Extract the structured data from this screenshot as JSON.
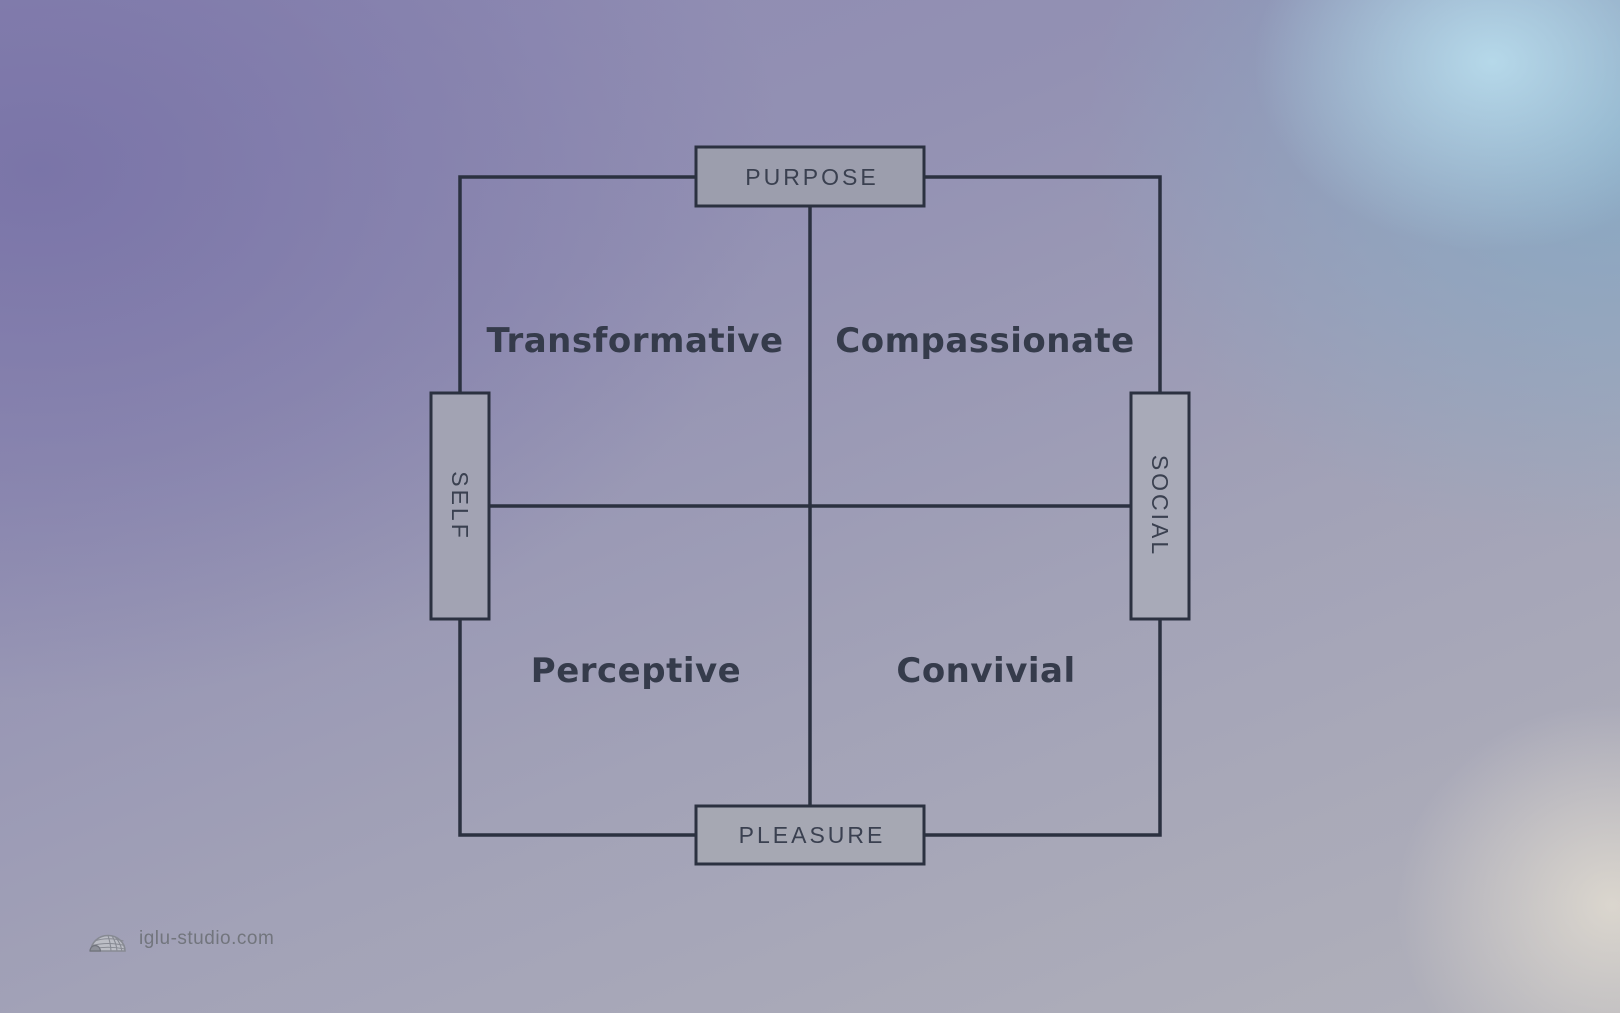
{
  "diagram": {
    "axis_labels": {
      "top": "PURPOSE",
      "bottom": "PLEASURE",
      "left": "SELF",
      "right": "SOCIAL"
    },
    "quadrant_labels": {
      "top_left": "Transformative",
      "top_right": "Compassionate",
      "bottom_left": "Perceptive",
      "bottom_right": "Convivial"
    },
    "colors": {
      "line": "#2b3140",
      "box_border": "#2b3140",
      "box_fill_top": "#9c9ead",
      "box_fill_left": "#a2a3b3",
      "box_fill_right": "#a8aab8",
      "box_fill_bottom": "#a6a8b3",
      "axis_text": "#3a4050",
      "quadrant_text": "#353b4b"
    }
  },
  "footer": {
    "brand_text": "iglu-studio.com",
    "logo": "igloo-icon"
  }
}
